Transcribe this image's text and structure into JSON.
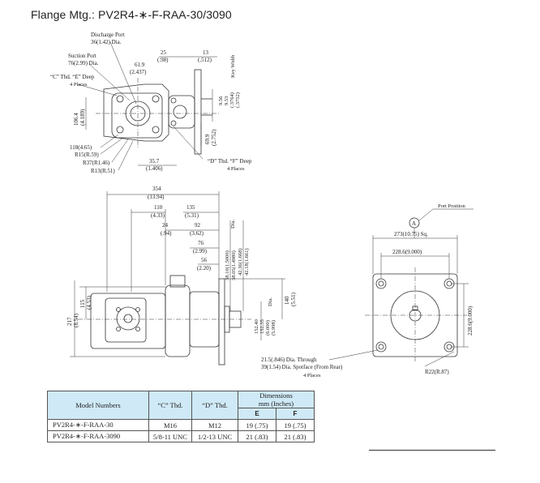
{
  "title": "Flange Mtg.: PV2R4-∗-F-RAA-30/3090",
  "top_view": {
    "discharge_port": "Discharge Port",
    "discharge_dia": "36(1.42) Dia.",
    "suction_port": "Suction Port",
    "suction_dia": "76(2.99) Dia.",
    "c_thd": "“C” Thd. “E” Deep",
    "c_places": "4 Places",
    "d25": "25",
    "d25i": "(.98)",
    "d13": "13",
    "d13i": "(.512)",
    "d61": "61.9",
    "d61i": "(2.437)",
    "key_width": "Key Width",
    "d956": "9.56",
    "d956a": "9.53",
    "d956b": "(.3764)",
    "d956c": "(.3752)",
    "d106": "106.4",
    "d106i": "(4.189)",
    "d69": "69.9",
    "d69i": "(2.752)",
    "d118": "118(4.65)",
    "r15": "R15(R.59)",
    "r37": "R37(R1.46)",
    "r13": "R13(R.51)",
    "d357": "35.7",
    "d357i": "(1.406)",
    "d_thd": "“D” Thd. “F” Deep",
    "d_places": "4 Places"
  },
  "side_view": {
    "d354": "354",
    "d354i": "(13.94)",
    "d110": "110",
    "d110i": "(4.33)",
    "d135": "135",
    "d135i": "(5.31)",
    "d24": "24",
    "d24i": "(.94)",
    "d92": "92",
    "d92i": "(3.62)",
    "d76": "76",
    "d76i": "(2.99)",
    "d56": "56",
    "d56i": "(2.20)",
    "dia_label": "Dia.",
    "v1": "38.10(1.5000)",
    "v2": "38.05(1.4980)",
    "v3": "42.36(1.668)",
    "v4": "42.18(1.661)",
    "d115": "115",
    "d115i": "(4.53)",
    "d217": "217",
    "d217i": "(8.54)",
    "s1": "152.40",
    "s2": "152.35",
    "s3": "(6.000)",
    "s4": "(5.998)",
    "s_dia": "Dia.",
    "d140": "140",
    "d140i": "(5.51)"
  },
  "front_view": {
    "port_position": "Port Position",
    "port_a": "A",
    "d273": "273(10.75) Sq.",
    "d228": "228.6(9.000)",
    "d228v": "228.6(9.000)",
    "r22": "R22(R.87)",
    "hole1": "21.5(.846) Dia. Through",
    "hole2": "39(1.54) Dia. Spotface (From Rear)",
    "hole3": "4 Places"
  },
  "table": {
    "h_model": "Model Numbers",
    "h_c": "“C” Thd.",
    "h_d": "“D” Thd.",
    "h_dims": "Dimensions",
    "h_units": "mm (Inches)",
    "h_e": "E",
    "h_f": "F",
    "rows": [
      {
        "model": "PV2R4-∗-F-RAA-30",
        "c": "M16",
        "d": "M12",
        "e": "19 (.75)",
        "f": "19 (.75)"
      },
      {
        "model": "PV2R4-∗-F-RAA-3090",
        "c": "5/8-11 UNC",
        "d": "1/2-13 UNC",
        "e": "21 (.83)",
        "f": "21 (.83)"
      }
    ]
  }
}
